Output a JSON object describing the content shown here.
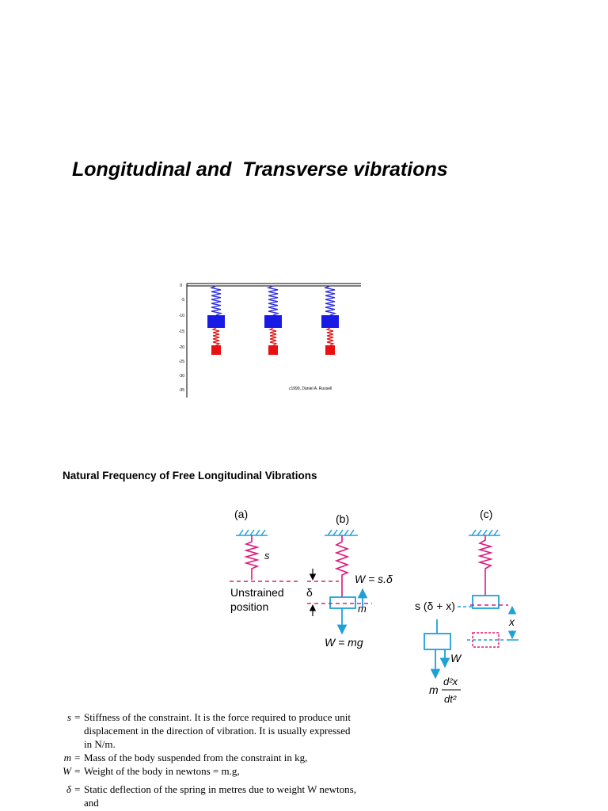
{
  "title": "Longitudinal and  Transverse vibrations",
  "animation": {
    "axis_ticks": [
      "0",
      "-5",
      "-10",
      "-15",
      "-20",
      "-25",
      "-30",
      "-35"
    ],
    "credit": "c1999, Daniel A. Russell",
    "colors": {
      "spring1": "#2a2ae0",
      "mass1": "#1a1ae6",
      "spring2": "#e01010",
      "mass2": "#e81010"
    }
  },
  "subheading": "Natural Frequency of Free Longitudinal Vibrations",
  "diagram": {
    "label_a": "(a)",
    "label_b": "(b)",
    "label_c": "(c)",
    "spring_label": "s",
    "unstrained_line1": "Unstrained",
    "unstrained_line2": "position",
    "delta": "δ",
    "weight_eq": "W = s.δ",
    "mass_label": "m",
    "gravity_eq": "W = mg",
    "force_c": "s (δ + x)",
    "x_label": "x",
    "weight_label": "W",
    "inertia_m": "m",
    "inertia_num": "d²x",
    "inertia_den": "dt²",
    "colors": {
      "spring": "#e0187a",
      "outline": "#1ea0d8",
      "dashed": "#d8207a"
    }
  },
  "definitions": [
    {
      "symbol": "s =",
      "text": "Stiffness of the constraint. It is the force required to produce unit displacement in the direction of vibration. It is usually expressed in N/m."
    },
    {
      "symbol": "m =",
      "text": "Mass of the body suspended from the constraint in kg,"
    },
    {
      "symbol": "W =",
      "text": "Weight of the body in newtons = m.g,"
    },
    {
      "symbol": "δ =",
      "text": "Static deflection of the spring in metres due to weight W newtons, and"
    }
  ]
}
